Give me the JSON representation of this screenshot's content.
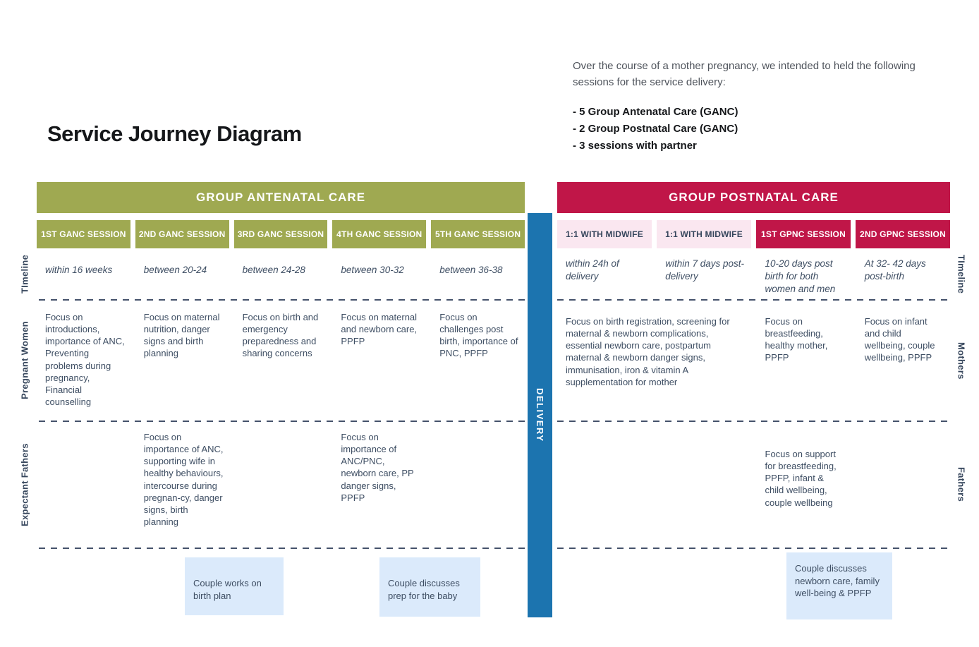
{
  "page": {
    "title": "Service Journey Diagram",
    "intro": {
      "paragraph": "Over the course of a mother pregnancy, we intended to held the following sessions for the service delivery:",
      "bullets": [
        "- 5 Group Antenatal Care (GANC)",
        "- 2 Group Postnatal Care (GANC)",
        "- 3 sessions with partner"
      ]
    }
  },
  "colors": {
    "antenatal_green": "#9FA951",
    "postnatal_crimson": "#C01648",
    "midwife_pink": "#FAE7F0",
    "delivery_blue": "#1C74AF",
    "couple_box_blue": "#DBEAFB",
    "body_text_navy": "#3E4E63",
    "dash_line": "#45526B"
  },
  "antenatal": {
    "header": "GROUP ANTENATAL CARE",
    "sessions": [
      "1ST GANC SESSION",
      "2ND GANC SESSION",
      "3RD GANC SESSION",
      "4TH GANC SESSION",
      "5TH GANC SESSION"
    ],
    "row_labels": {
      "timeline": "TImeline",
      "women": "Pregnant Women",
      "fathers": "Expectant Fathers"
    },
    "timeline": [
      "within 16 weeks",
      "between 20-24",
      "between 24-28",
      "between 30-32",
      "between 36-38"
    ],
    "pregnant_women": [
      "Focus on introductions, importance of ANC, Preventing problems during pregnancy, Financial counselling",
      "Focus on maternal nutrition,  danger signs and birth planning",
      "Focus on birth and emergency preparedness and sharing concerns",
      "Focus on maternal and newborn care, PPFP",
      "Focus on challenges post birth, importance of PNC, PPFP"
    ],
    "expectant_fathers": {
      "col2": "Focus on importance of ANC, supporting wife in healthy behaviours, intercourse during pregnan-cy, danger signs, birth planning",
      "col4": "Focus on importance of ANC/PNC, newborn care, PP danger signs, PPFP"
    },
    "couple_boxes": [
      "Couple works on birth plan",
      "Couple discusses prep for the baby"
    ]
  },
  "delivery": {
    "label": "DELIVERY"
  },
  "postnatal": {
    "header": "GROUP POSTNATAL CARE",
    "sessions": [
      "1:1 WITH MIDWIFE",
      "1:1 WITH MIDWIFE",
      "1ST GPNC SESSION",
      "2ND GPNC SESSION"
    ],
    "row_labels": {
      "timeline": "TImeline",
      "mothers": "Mothers",
      "fathers": "Fathers"
    },
    "timeline": [
      "within 24h of delivery",
      "within 7 days post-delivery",
      "10-20 days post birth for both women and men",
      "At 32- 42 days post-birth"
    ],
    "mothers": {
      "span_cols_1_2": "Focus on birth registration, screening for maternal & newborn complications, essential newborn care, postpartum maternal & newborn danger signs, immunisation, iron & vitamin A supplementation for mother",
      "col3": "Focus on breastfeeding, healthy mother, PPFP",
      "col4": "Focus on infant and child wellbeing, couple wellbeing, PPFP"
    },
    "fathers": {
      "col3": "Focus on support for breastfeeding, PPFP, infant & child wellbeing, couple wellbeing"
    },
    "couple_box": "Couple discusses newborn care, family well-being & PPFP"
  }
}
